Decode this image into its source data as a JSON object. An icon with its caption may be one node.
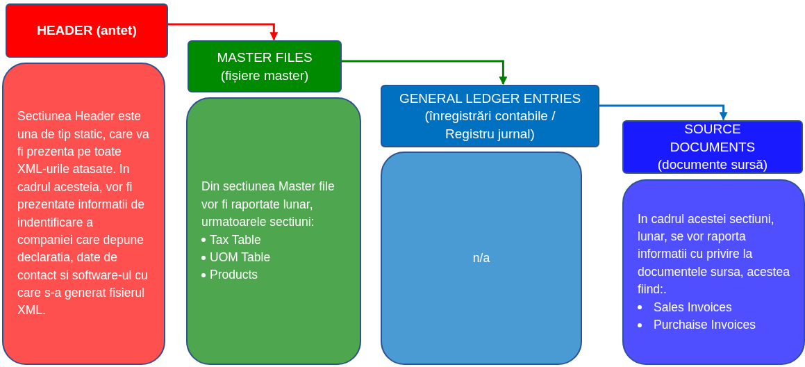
{
  "diagram": {
    "nodes": [
      {
        "text": [
          "HEADER (antet)"
        ]
      },
      {
        "text": [
          "Sectiunea Header este una de tip static, care va fi prezenta pe toate XML-urile atasate. In cadrul acesteia, vor fi prezentate informatii de indentificare a companiei care depune declaratia, date de contact si software-ul cu care s-a generat fisierul XML."
        ]
      },
      {
        "text": [
          "MASTER FILES (fișiere master)"
        ]
      },
      {
        "text": [
          "Din sectiunea Master file vor fi raportate lunar, urmatoarele sectiuni:",
          "Tax Table",
          "UOM Table",
          "Products"
        ]
      },
      {
        "text": [
          "GENERAL LEDGER ENTRIES (înregistrări contabile / Registru jurnal)"
        ]
      },
      {
        "text": [
          "n/a"
        ]
      },
      {
        "text": [
          "SOURCE DOCUMENTS (documente sursă)"
        ]
      },
      {
        "text": [
          "In cadrul acestei sectiuni, lunar, se vor raporta informatii cu privire la documentele sursa, acestea fiind:.",
          "Sales Invoices",
          "Purchaise Invoices"
        ]
      }
    ],
    "edges": [
      {
        "from": 0,
        "to": 2,
        "arrow": "to",
        "color": "#ff0000"
      },
      {
        "from": 2,
        "to": 4,
        "arrow": "to",
        "color": "#008000"
      },
      {
        "from": 4,
        "to": 6,
        "arrow": "to",
        "color": "#0070c0"
      }
    ]
  }
}
